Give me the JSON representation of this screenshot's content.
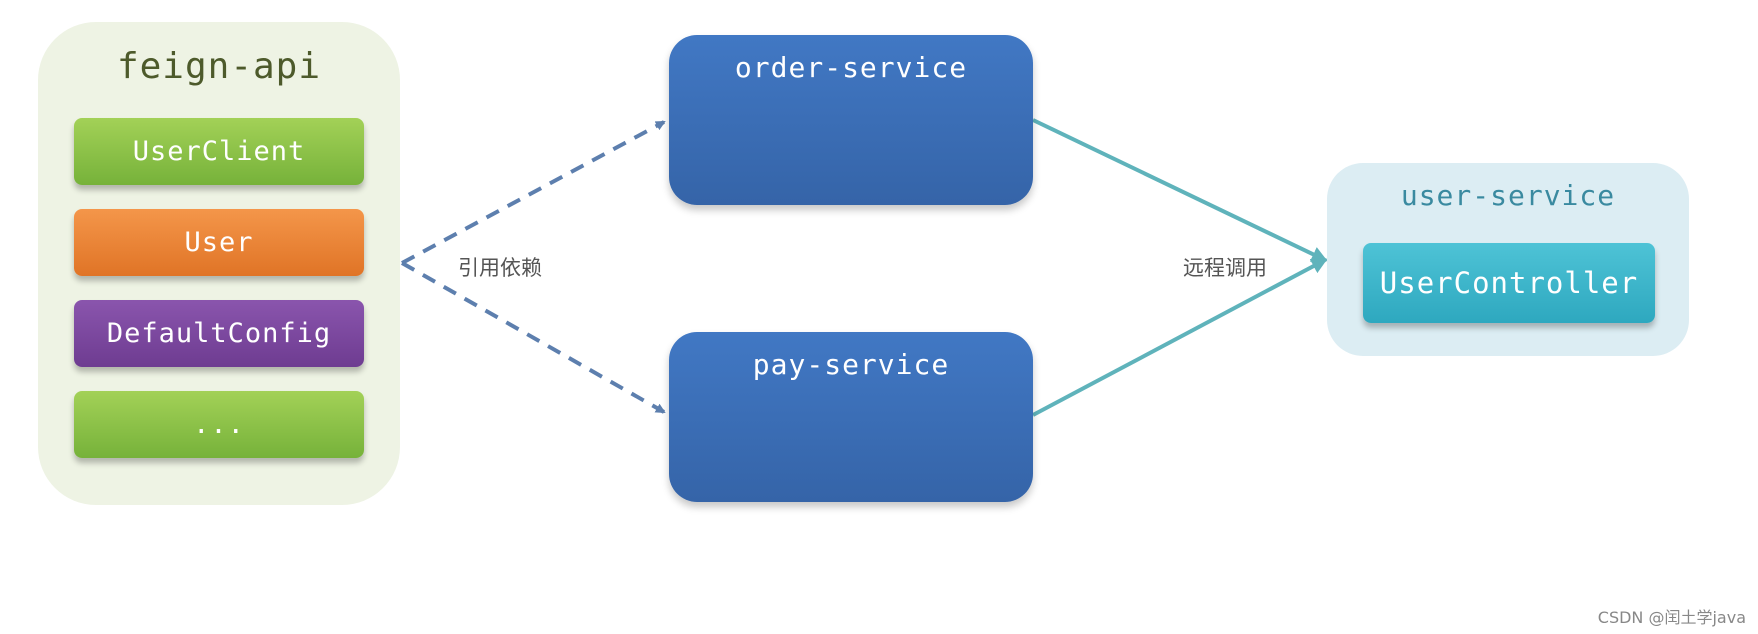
{
  "feign_api": {
    "title": "feign-api",
    "items": [
      "UserClient",
      "User",
      "DefaultConfig",
      "..."
    ]
  },
  "services": {
    "order": "order-service",
    "pay": "pay-service"
  },
  "user_service": {
    "title": "user-service",
    "controller": "UserController"
  },
  "edges": {
    "dependency_label": "引用依赖",
    "remote_call_label": "远程调用"
  },
  "watermark": "CSDN @闰土学java",
  "colors": {
    "group_feign_bg": "#eef3e4",
    "item_green": "#8bc34a",
    "item_orange": "#ee8030",
    "item_purple": "#7b4a9e",
    "service_blue": "#3b6eb8",
    "group_user_bg": "#dcedf3",
    "controller_cyan": "#3cb5cb",
    "dashed_arrow": "#5d7fae",
    "solid_arrow": "#5fb3bb"
  }
}
